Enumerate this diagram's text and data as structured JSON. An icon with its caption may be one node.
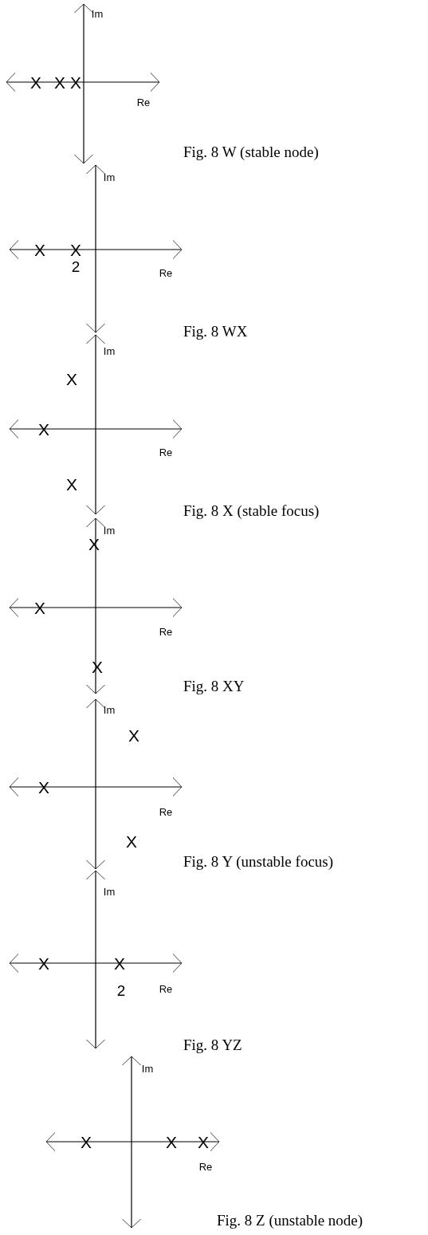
{
  "diagram": {
    "labels": [
      "Im",
      "X",
      "X",
      "X",
      "Re",
      "Fig. 8 W (stable node)",
      "Im",
      "X",
      "X",
      "2",
      "Re",
      "Fig. 8 WX",
      "Im",
      "X",
      "X",
      "Re",
      "X",
      "Fig. 8 X (stable focus)",
      "Im",
      "X",
      "X",
      "Re",
      "X",
      "Fig. 8 XY",
      "Im",
      "X",
      "X",
      "Re",
      "X",
      "Fig. 8 Y (unstable focus)",
      "Im",
      "X",
      "X",
      "2",
      "Re",
      "Fig. 8 YZ",
      "Im",
      "X",
      "X",
      "X",
      "Re",
      "Fig. 8 Z (unstable node)"
    ]
  }
}
